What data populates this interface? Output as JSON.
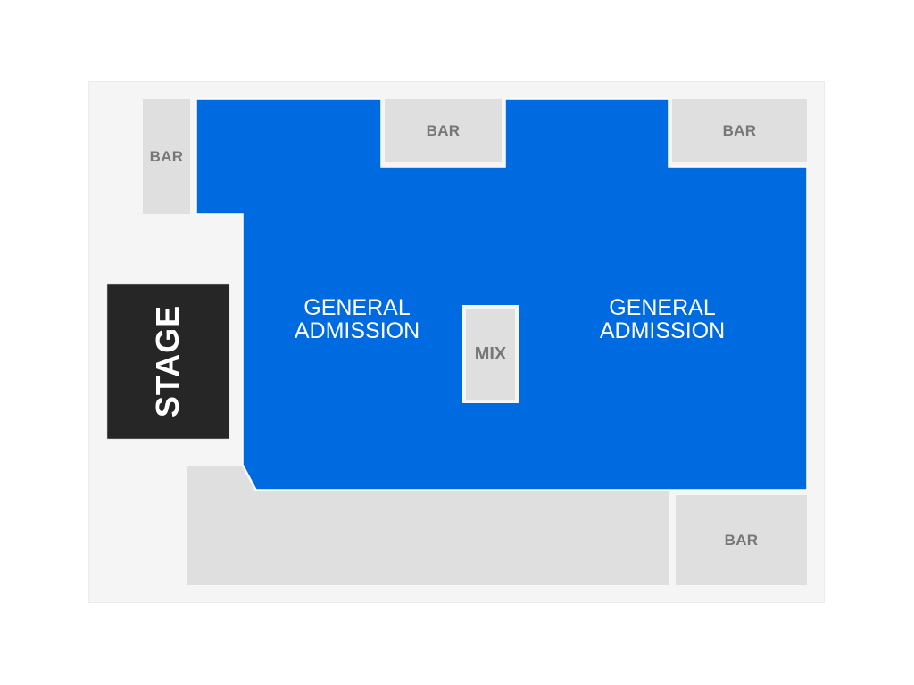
{
  "venue_map": {
    "colors": {
      "floor": "#f5f5f5",
      "general_admission": "#006ae0",
      "bar": "#dfdfdf",
      "stage": "#262626",
      "bar_text": "#777777",
      "ga_text": "#ffffff"
    },
    "stage": {
      "label": "STAGE"
    },
    "sections": [
      {
        "id": "ga-left",
        "label_line1": "GENERAL",
        "label_line2": "ADMISSION"
      },
      {
        "id": "ga-right",
        "label_line1": "GENERAL",
        "label_line2": "ADMISSION"
      }
    ],
    "mix": {
      "label": "MIX"
    },
    "bars": [
      {
        "id": "bar-left",
        "label": "BAR"
      },
      {
        "id": "bar-top-center",
        "label": "BAR"
      },
      {
        "id": "bar-top-right",
        "label": "BAR"
      },
      {
        "id": "bar-bottom-right",
        "label": "BAR"
      }
    ]
  }
}
